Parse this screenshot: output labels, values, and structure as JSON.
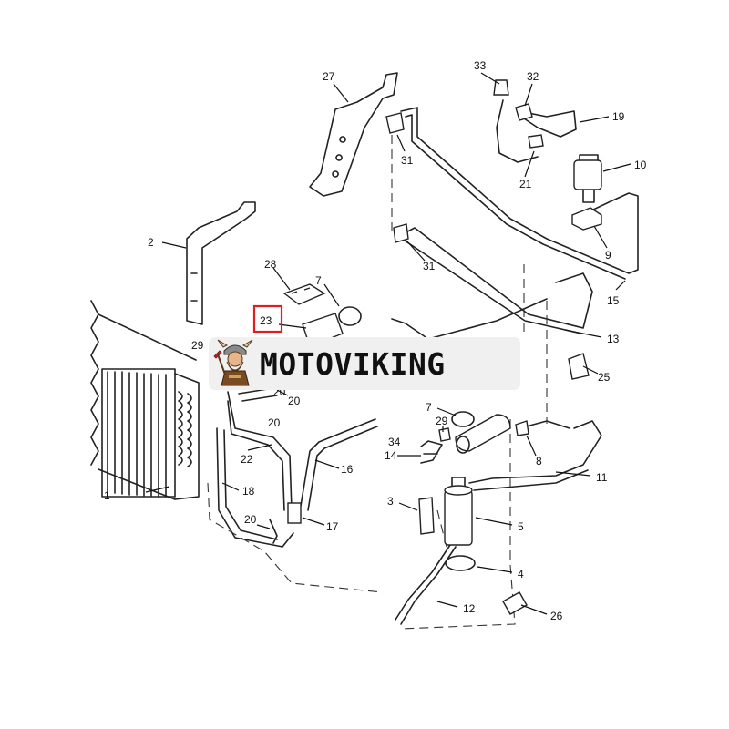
{
  "diagram": {
    "callouts": [
      "1",
      "2",
      "3",
      "4",
      "5",
      "7",
      "7",
      "8",
      "9",
      "10",
      "11",
      "12",
      "13",
      "14",
      "15",
      "16",
      "17",
      "18",
      "19",
      "20",
      "20",
      "20",
      "20",
      "21",
      "22",
      "23",
      "25",
      "26",
      "27",
      "28",
      "29",
      "29",
      "31",
      "31",
      "32",
      "33",
      "34"
    ],
    "highlighted_callout": "23",
    "highlight_color": "#e31b23"
  },
  "watermark": {
    "text": "MOTOVIKING",
    "background": "#f0f0f0",
    "mascot": "viking-mascot-icon"
  }
}
